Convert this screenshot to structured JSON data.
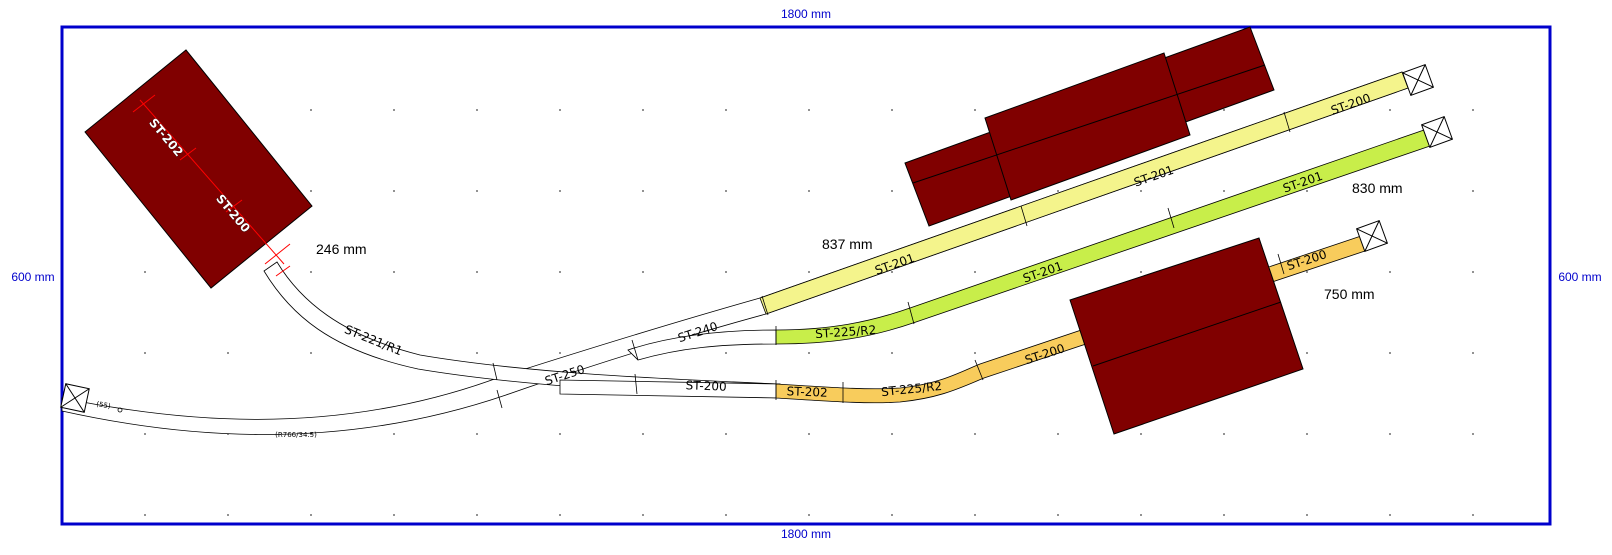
{
  "board": {
    "width_label": "1800 mm",
    "height_label": "600 mm",
    "border_color": "#0000cc",
    "grid": true
  },
  "colors": {
    "building": "#800000",
    "track_white": "#ffffff",
    "track_yellow": "#f4f48c",
    "track_green": "#c8ee4a",
    "track_orange": "#f8cc5c",
    "marker": "#ff0000"
  },
  "lengths": {
    "a": "246 mm",
    "b": "837 mm",
    "c": "830 mm",
    "d": "750 mm"
  },
  "tracks": {
    "st200": "ST-200",
    "st201": "ST-201",
    "st202": "ST-202",
    "st221": "ST-221/R1",
    "st225": "ST-225/R2",
    "st240": "ST-240",
    "st250": "ST-250",
    "st200_ro": "ST-200",
    "st202_ro": "ST-202",
    "tiny55": "(55)",
    "tinyR": "(R766/34.5)"
  }
}
